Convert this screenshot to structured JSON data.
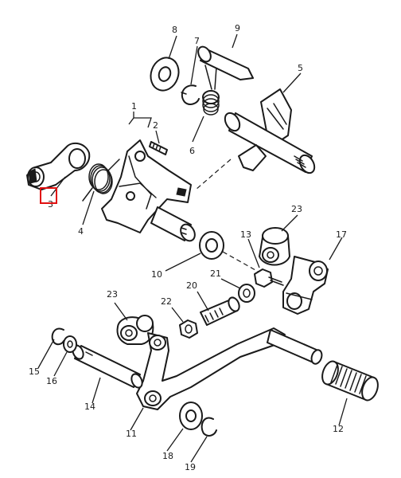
{
  "callouts": [
    {
      "id": "1",
      "label": "1"
    },
    {
      "id": "2",
      "label": "2"
    },
    {
      "id": "3",
      "label": "3"
    },
    {
      "id": "4",
      "label": "4"
    },
    {
      "id": "5",
      "label": "5"
    },
    {
      "id": "6",
      "label": "6"
    },
    {
      "id": "7",
      "label": "7"
    },
    {
      "id": "8",
      "label": "8"
    },
    {
      "id": "9",
      "label": "9"
    },
    {
      "id": "10",
      "label": "10"
    },
    {
      "id": "11",
      "label": "11"
    },
    {
      "id": "12",
      "label": "12"
    },
    {
      "id": "13",
      "label": "13"
    },
    {
      "id": "14",
      "label": "14"
    },
    {
      "id": "15",
      "label": "15"
    },
    {
      "id": "16",
      "label": "16"
    },
    {
      "id": "17",
      "label": "17"
    },
    {
      "id": "18",
      "label": "18"
    },
    {
      "id": "19",
      "label": "19"
    },
    {
      "id": "20",
      "label": "20"
    },
    {
      "id": "21",
      "label": "21"
    },
    {
      "id": "22",
      "label": "22"
    },
    {
      "id": "23a",
      "label": "23"
    },
    {
      "id": "23b",
      "label": "23"
    }
  ],
  "highlight": {
    "callout": "3",
    "color": "#e01010"
  }
}
